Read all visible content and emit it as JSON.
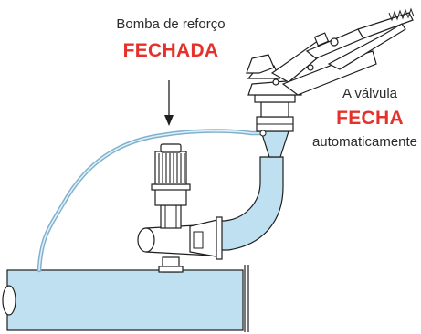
{
  "labels": {
    "pump_caption": "Bomba de reforço",
    "pump_state": "FECHADA",
    "valve_caption": "A válvula",
    "valve_state": "FECHA",
    "valve_suffix": "automaticamente"
  },
  "colors": {
    "water": "#bfe0f0",
    "outline": "#1f1f1f",
    "accent": "#e5312b"
  }
}
